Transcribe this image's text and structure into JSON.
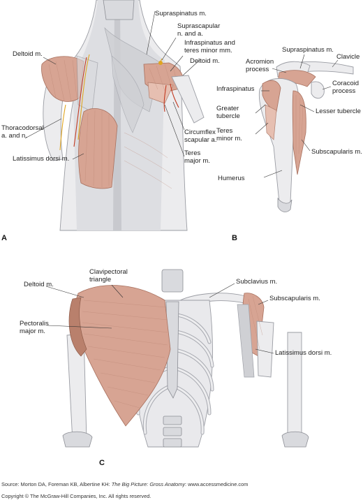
{
  "panels": {
    "A": {
      "letter": "A",
      "labels": {
        "supraspinatus": "Supraspinatus m.",
        "suprascapular_1": "Suprascapular",
        "suprascapular_2": "n. and a.",
        "infraspinatus_1": "Infraspinatus and",
        "infraspinatus_2": "teres minor mm.",
        "deltoid_left": "Deltoid m.",
        "deltoid_right": "Deltoid m.",
        "thoracodorsal_1": "Thoracodorsal",
        "thoracodorsal_2": "a. and n.",
        "circumflex_1": "Circumflex",
        "circumflex_2": "scapular a.",
        "teres_major_1": "Teres",
        "teres_major_2": "major m.",
        "latissimus": "Latissimus dorsi m."
      }
    },
    "B": {
      "letter": "B",
      "labels": {
        "supraspinatus": "Supraspinatus m.",
        "clavicle": "Clavicle",
        "acromion_1": "Acromion",
        "acromion_2": "process",
        "coracoid_1": "Coracoid",
        "coracoid_2": "process",
        "infraspinatus": "Infraspinatus",
        "greater_1": "Greater",
        "greater_2": "tubercle",
        "lesser": "Lesser tubercle",
        "teres_minor_1": "Teres",
        "teres_minor_2": "minor m.",
        "subscapularis": "Subscapularis m.",
        "humerus": "Humerus"
      }
    },
    "C": {
      "letter": "C",
      "labels": {
        "clavipectoral_1": "Clavipectoral",
        "clavipectoral_2": "triangle",
        "deltoid": "Deltoid m.",
        "subclavius": "Subclavius m.",
        "subscapularis": "Subscapularis m.",
        "pectoralis_1": "Pectoralis",
        "pectoralis_2": "major m.",
        "latissimus": "Latissimus dorsi m."
      }
    }
  },
  "footer": {
    "source_prefix": "Source: Morton DA, Foreman KB, Albertine KH: ",
    "source_title": "The Big Picture: Gross Anatomy",
    "source_suffix": ": www.accessmedicine.com",
    "copyright": "Copyright © The McGraw-Hill Companies, Inc. All rights reserved."
  }
}
